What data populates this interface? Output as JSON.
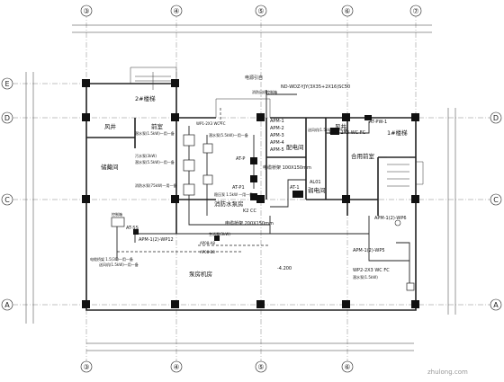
{
  "grid_axes": {
    "top": [
      "③",
      "④",
      "⑤",
      "⑥",
      "⑦"
    ],
    "bottom": [
      "③",
      "④",
      "⑤",
      "⑥"
    ],
    "left": [
      "E",
      "D",
      "C",
      "A"
    ],
    "right": [
      "D",
      "C",
      "A"
    ]
  },
  "rooms": {
    "stair_2": "2#楼梯",
    "stair_1": "1#楼梯",
    "fan_room": "风井",
    "lounge": "前室",
    "storage": "储藏间",
    "fire_pump": "消防水泵房",
    "power_room": "配电间",
    "weak_room": "弱电间",
    "shared_room": "合用前室",
    "pump_room": "泵房机房",
    "fan_room_2": "风井"
  },
  "labels": {
    "top_note": "ND-WDZ-YJY(3X35+2X16)SC50",
    "top_note2": "电源引自",
    "apm_list": [
      "APM-1",
      "APM-2",
      "APM-3",
      "APM-4",
      "APM-5"
    ],
    "cable_tray": "电缆桥架 100X150mm",
    "cable_tray2": "电缆桥架 200X150mm",
    "at_p": "AT-P",
    "at_p1": "AT-P1",
    "at_pw1": "AT-PW-1",
    "at_1": "AT-1",
    "al01": "AL01",
    "k2cc": "K2 CC",
    "ss": "AT-SS",
    "mp1": "MP1-2X3 WC FC",
    "mp_left": "WP1-2X3 WC FC",
    "apm_wp12": "APM-1(2)-WP12",
    "apm_wp6": "APM-1(2)-WP6",
    "apm_wp5": "APM-1(2)-WP5",
    "ap08": "AP08-A8",
    "ap08b": "AP08-B8",
    "wp2": "WP2-2X3 WC FC",
    "level": "-4.200",
    "ctrl_box": "控制箱",
    "fire_note": "消防风机控制箱",
    "sp_note": "电缆桥架 1.5(30)一用一备",
    "f1": "潜水泵(1.5kW)一用一备",
    "f2": "潜水泵(5.5kW)一用一备",
    "f3": "消防水泵(75kW)一用一备",
    "f4": "污水泵(3kW)",
    "f5": "稳压泵 1.5kW 一用一备",
    "f6": "送风机(1.5kW)一用一备",
    "f7": "潜水泵(1.5kW)",
    "f8": "生活泵(3kW)",
    "fa_note": "送风机(1.5kW)一用一备",
    "fb_note": "潜水泵(5.5kW)一用一备"
  },
  "watermark": "zhulong.com"
}
